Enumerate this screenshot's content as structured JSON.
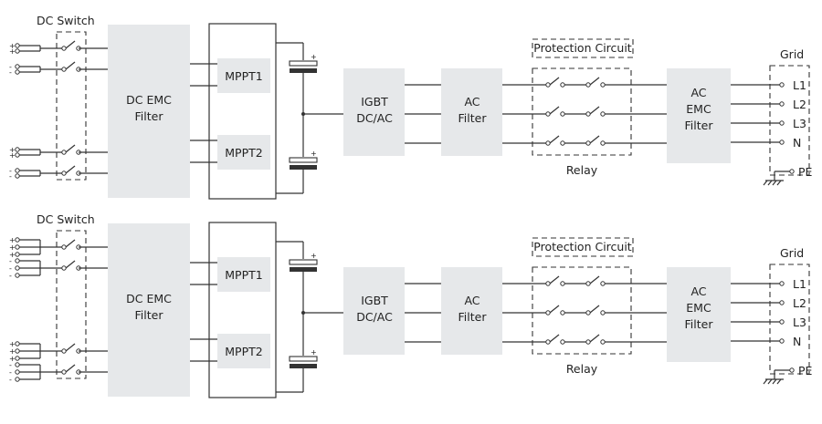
{
  "diagrams": [
    {
      "dc_switch": "DC Switch",
      "dc_emc": [
        "DC EMC",
        "Filter"
      ],
      "mppt": [
        "MPPT1",
        "MPPT2"
      ],
      "igbt": [
        "IGBT",
        "DC/AC"
      ],
      "ac_filter": [
        "AC",
        "Filter"
      ],
      "protection": "Protection Circuit",
      "relay": "Relay",
      "ac_emc": [
        "AC",
        "EMC",
        "Filter"
      ],
      "grid": "Grid",
      "lines": [
        "L1",
        "L2",
        "L3",
        "N"
      ],
      "pe": "PE",
      "pole_signs": [
        "+",
        "-"
      ],
      "inputs_per_group": 1
    },
    {
      "dc_switch": "DC Switch",
      "dc_emc": [
        "DC EMC",
        "Filter"
      ],
      "mppt": [
        "MPPT1",
        "MPPT2"
      ],
      "igbt": [
        "IGBT",
        "DC/AC"
      ],
      "ac_filter": [
        "AC",
        "Filter"
      ],
      "protection": "Protection Circuit",
      "relay": "Relay",
      "ac_emc": [
        "AC",
        "EMC",
        "Filter"
      ],
      "grid": "Grid",
      "lines": [
        "L1",
        "L2",
        "L3",
        "N"
      ],
      "pe": "PE",
      "pole_signs": [
        "+",
        "-"
      ],
      "inputs_per_group": 2
    }
  ]
}
